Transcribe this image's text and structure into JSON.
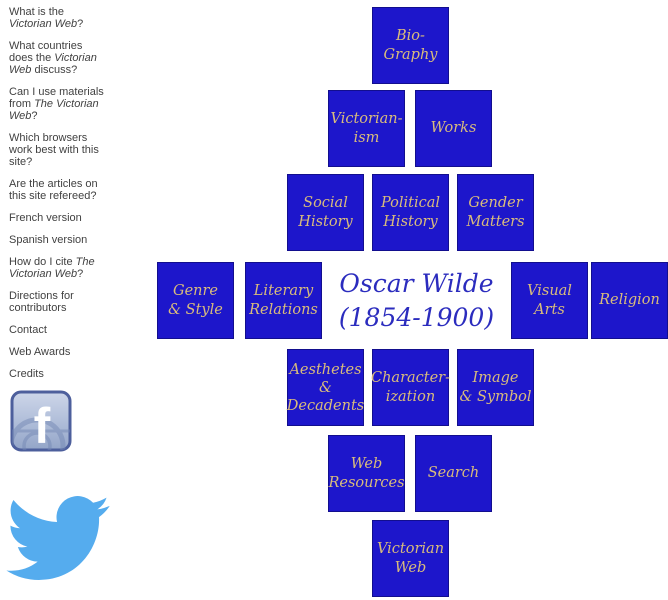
{
  "colors": {
    "tile_bg": "#1d16cb",
    "tile_text": "#d9bc7c",
    "title_text": "#2b2cbe",
    "sidebar_text": "#414141",
    "facebook_blue": "#4d5f9c",
    "twitter_blue": "#55acee"
  },
  "title": {
    "line1": "Oscar Wilde",
    "line2": "(1854-1900)"
  },
  "sidebar": {
    "items": [
      {
        "parts": [
          {
            "t": "What is the "
          },
          {
            "t": "Victorian Web",
            "i": true
          },
          {
            "t": "?"
          }
        ]
      },
      {
        "parts": [
          {
            "t": "What countries does the "
          },
          {
            "t": "Victorian Web",
            "i": true
          },
          {
            "t": " discuss?"
          }
        ]
      },
      {
        "parts": [
          {
            "t": "Can I use materials from "
          },
          {
            "t": "The Victorian Web",
            "i": true
          },
          {
            "t": "?"
          }
        ]
      },
      {
        "parts": [
          {
            "t": "Which browsers work best with this site?"
          }
        ]
      },
      {
        "parts": [
          {
            "t": "Are the articles on this site refereed?"
          }
        ]
      },
      {
        "parts": [
          {
            "t": "French version"
          }
        ]
      },
      {
        "parts": [
          {
            "t": "Spanish version"
          }
        ]
      },
      {
        "parts": [
          {
            "t": "How do I cite "
          },
          {
            "t": "The Victorian Web",
            "i": true
          },
          {
            "t": "?"
          }
        ]
      },
      {
        "parts": [
          {
            "t": "Directions for contributors"
          }
        ]
      },
      {
        "parts": [
          {
            "t": "Contact"
          }
        ]
      },
      {
        "parts": [
          {
            "t": "Web Awards"
          }
        ]
      },
      {
        "parts": [
          {
            "t": "Credits"
          }
        ]
      }
    ],
    "facebook_glyph": "f"
  },
  "tiles": [
    {
      "id": "biography",
      "label": "Bio-\nGraphy"
    },
    {
      "id": "victorianism",
      "label": "Victorian-\nism"
    },
    {
      "id": "works",
      "label": "Works"
    },
    {
      "id": "social-history",
      "label": "Social\nHistory"
    },
    {
      "id": "political-history",
      "label": "Political\nHistory"
    },
    {
      "id": "gender-matters",
      "label": "Gender\nMatters"
    },
    {
      "id": "genre-style",
      "label": "Genre\n& Style"
    },
    {
      "id": "literary-relations",
      "label": "Literary\nRelations"
    },
    {
      "id": "visual-arts",
      "label": "Visual\nArts"
    },
    {
      "id": "religion",
      "label": "Religion"
    },
    {
      "id": "aesthetes-decadents",
      "label": "Aesthetes\n&\nDecadents"
    },
    {
      "id": "characterization",
      "label": "Character-\nization"
    },
    {
      "id": "image-symbol",
      "label": "Image\n& Symbol"
    },
    {
      "id": "web-resources",
      "label": "Web\nResources"
    },
    {
      "id": "search",
      "label": "Search"
    },
    {
      "id": "victorian-web",
      "label": "Victorian\nWeb"
    }
  ]
}
